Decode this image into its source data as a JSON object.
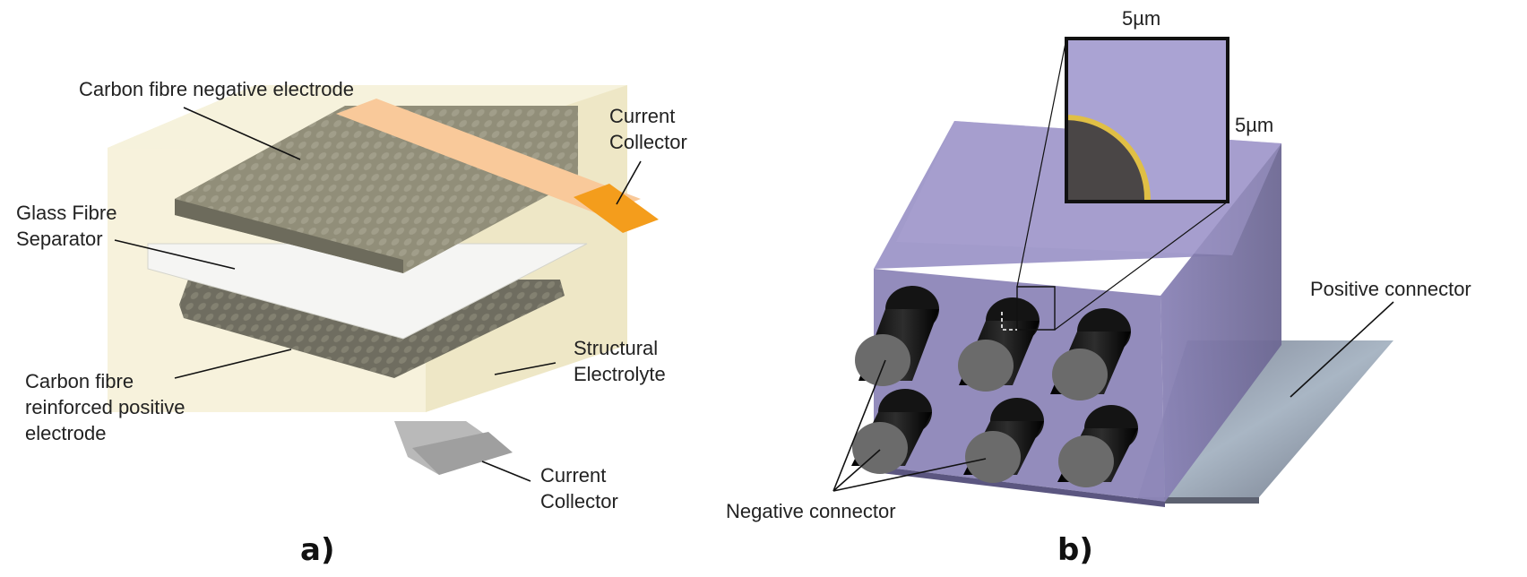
{
  "panel_a": {
    "panel_label": "a)",
    "labels": {
      "negative_electrode": "Carbon fibre negative electrode",
      "collector_top_1": "Current",
      "collector_top_2": "Collector",
      "separator_1": "Glass Fibre",
      "separator_2": "Separator",
      "electrolyte_1": "Structural",
      "electrolyte_2": "Electrolyte",
      "positive_1": "Carbon fibre",
      "positive_2": "reinforced positive",
      "positive_3": "electrode",
      "collector_bottom_1": "Current",
      "collector_bottom_2": "Collector"
    },
    "colors": {
      "electrolyte": "#f2edcf",
      "negative_electrode": "#8f8c78",
      "separator": "#f4f4f2",
      "positive_electrode": "#6e6c5f",
      "collector_top": "#f39a1f",
      "collector_bottom": "#b5b5b5"
    }
  },
  "panel_b": {
    "panel_label": "b)",
    "labels": {
      "inset_top_dim": "5µm",
      "inset_side_dim": "5µm",
      "positive_connector": "Positive connector",
      "negative_connector": "Negative connector"
    },
    "colors": {
      "matrix": "#8d86b8",
      "inset_fill": "#aaa3d3",
      "fibre_body": "#111111",
      "fibre_end": "#6b6b6b",
      "coating": "#e0bf45",
      "plate": "#8f96a8"
    }
  }
}
